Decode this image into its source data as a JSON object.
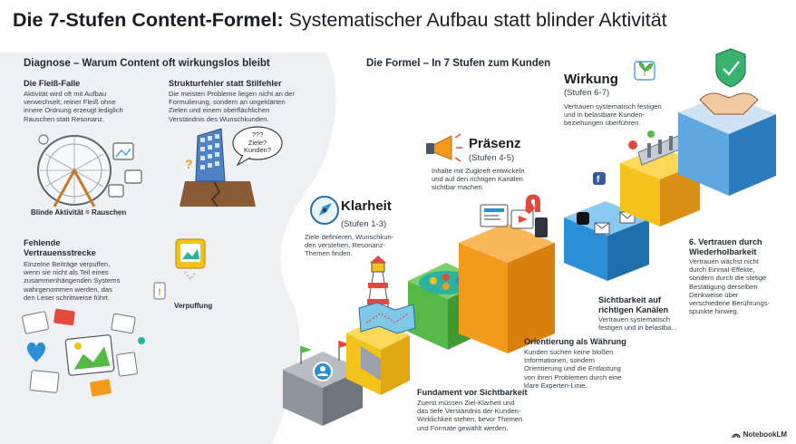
{
  "header": {
    "title_bold": "Die 7-Stufen Content-Formel:",
    "title_rest": " Systematischer Aufbau statt blinder Aktivität"
  },
  "diagnose": {
    "heading": "Diagnose – Warum Content oft wirkungslos bleibt",
    "fleiss": {
      "title": "Die Fleiß-Falle",
      "text": [
        "Aktivität wird oft mit Aufbau",
        "verwechselt; reiner Fleiß ohne",
        "innere Ordnung erzeugt lediglich",
        "Rauschen statt Resonanz."
      ],
      "caption": "Blinde Aktivität = Rauschen"
    },
    "struktur": {
      "title": "Strukturfehler statt Stilfehler",
      "text": [
        "Die meisten Probleme liegen nicht an der",
        "Formulierung, sondern an ungeklärten",
        "Zielen und einem oberflächlichen",
        "Verständnis des Wunschkunden."
      ],
      "bubble": [
        "???",
        "Ziele?",
        "Kunden?"
      ]
    },
    "vertrauen": {
      "title": [
        "Fehlende",
        "Vertrauensstrecke"
      ],
      "text": [
        "Einzelne Beiträge verpuffen,",
        "wenn sie nicht als Teil eines",
        "zusammenhängenden Systems",
        "wahrgenommen werden, das",
        "den Leser schrittweise führt."
      ],
      "caption": "Verpuffung"
    }
  },
  "formel": {
    "heading": "Die Formel – In 7 Stufen zum Kunden",
    "klarheit": {
      "title": "Klarheit",
      "stages": "(Stufen 1-3)",
      "text": [
        "Ziele definieren, Wunschkun-",
        "den verstehen, Resonanz-",
        "Themen finden."
      ]
    },
    "praesenz": {
      "title": "Präsenz",
      "stages": "(Stufen 4-5)",
      "text": [
        "Inhalte mit Zugkreft entwickeln",
        "und auf den richtigen Kanälen",
        "sichtbar machen."
      ]
    },
    "wirkung": {
      "title": "Wirkung",
      "stages": "(Stufen 6-7)",
      "text": [
        "Vertrauen systematisch festigen",
        "und in belastbare Kunden-",
        "beziehungen überführen."
      ]
    },
    "fundament": {
      "title": "Fundament vor Sichtbarkeit",
      "text": [
        "Zuerst müssen Ziel-Klarheit und",
        "das tiefe Verständnis der Kunden-",
        "Wirklichkeit stehen, bevor Themen",
        "und Formate gewählt werden."
      ]
    },
    "orientierung": {
      "title": "Orientierung als Währung",
      "text": [
        "Kunden suchen keine bloßen",
        "Informationen, sondern",
        "Orientierung und die Entlastung",
        "von ihren Problemen durch eine",
        "klare Experten-Linie."
      ]
    },
    "sichtbarkeit": {
      "title": [
        "Sichtbarkeit auf",
        "richtigen Kanälen"
      ],
      "text": [
        "Vertrauen systematisch",
        "festigen und in belastba..."
      ]
    },
    "wiederholbarkeit": {
      "title": [
        "6. Vertrauen durch",
        "Wiederholbarkeit"
      ],
      "text": [
        "Vertrauen wächst nicht",
        "durch Einmal-Effekte,",
        "sondern durch die stetige",
        "Bestätigung derselben",
        "Denkweise über",
        "verschiedene Berührungs-",
        "spunkte hinweg."
      ]
    }
  },
  "footer": {
    "brand": "NotebookLM"
  },
  "colors": {
    "blue": "#2b8fd6",
    "teal": "#2bb3a0",
    "green": "#56b947",
    "yellow": "#f4c21c",
    "orange": "#f29a1c",
    "red": "#e44a3b",
    "purple": "#7c4fc4",
    "gray": "#8f959d"
  }
}
